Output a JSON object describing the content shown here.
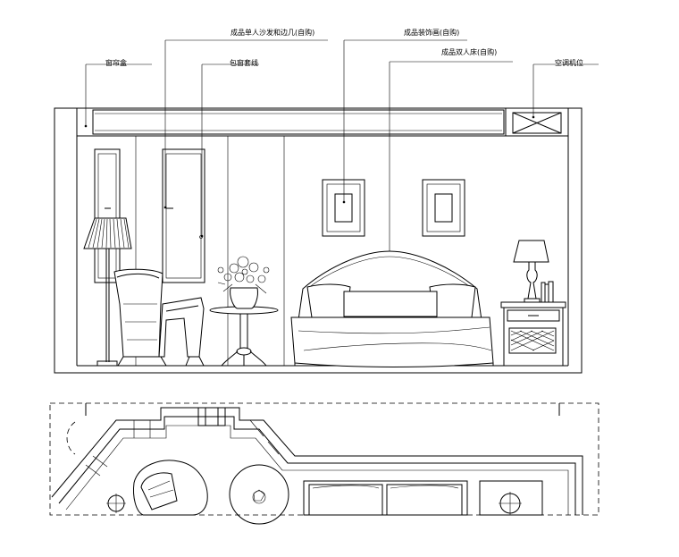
{
  "labels": {
    "curtain_box": "窗帘盒",
    "sofa_table": "成品单人沙发和边几(自购)",
    "window_trim": "包窗套线",
    "decor_paintings": "成品装饰画(自购)",
    "double_bed": "成品双人床(自购)",
    "ac_unit": "空调机位"
  }
}
